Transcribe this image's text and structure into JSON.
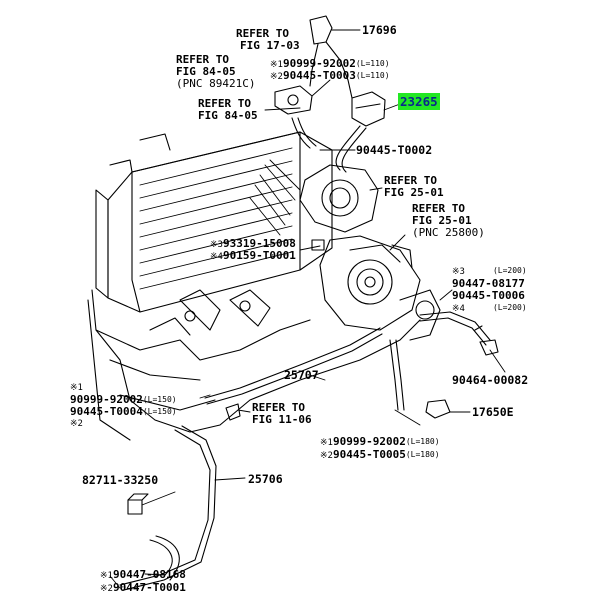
{
  "colors": {
    "highlight": "#23e823",
    "highlight_text": "#0a2a8a",
    "line": "#000000"
  },
  "labels": {
    "p17696": "17696",
    "refer_17_03_a": "REFER TO",
    "refer_17_03_b": "FIG 17-03",
    "refer_84_05a_a": "REFER TO",
    "refer_84_05a_b": "FIG 84-05",
    "refer_84_05a_c": "(PNC 89421C)",
    "m1_90999_92002_top": "※1",
    "p90999_92002_top": "90999-92002",
    "l110a": "(L=110)",
    "m2_90445_T0003": "※2",
    "p90445_T0003": "90445-T0003",
    "l110b": "(L=110)",
    "refer_84_05b_a": "REFER TO",
    "refer_84_05b_b": "FIG 84-05",
    "p23265": "23265",
    "p90445_T0002": "90445-T0002",
    "refer_25_01a_a": "REFER TO",
    "refer_25_01a_b": "FIG 25-01",
    "refer_25_01b_a": "REFER TO",
    "refer_25_01b_b": "FIG 25-01",
    "refer_25_01b_c": "(PNC 25800)",
    "m3_93319": "※3",
    "p93319_15008": "93319-15008",
    "m4_90159": "※4",
    "p90159_T0001": "90159-T0001",
    "m3_right": "※3",
    "l200a": "(L=200)",
    "p90447_08177": "90447-08177",
    "p90445_T0006": "90445-T0006",
    "m4_right": "※4",
    "l200b": "(L=200)",
    "p90464_00082": "90464-00082",
    "p25707": "25707",
    "m1_left": "※1",
    "p90999_92002_left": "90999-92002",
    "l150a": "(L=150)",
    "p90445_T0004": "90445-T0004",
    "l150b": "(L=150)",
    "m2_left": "※2",
    "refer_11_06_a": "REFER TO",
    "refer_11_06_b": "FIG 11-06",
    "p17650E": "17650E",
    "m1_bottom": "※1",
    "p90999_92002_bottom": "90999-92002",
    "l180a": "(L=180)",
    "m2_bottom": "※2",
    "p90445_T0005": "90445-T0005",
    "l180b": "(L=180)",
    "p82711_33250": "82711-33250",
    "p25706": "25706",
    "m1_last": "※1",
    "p90447_08168": "90447-08168",
    "m2_last": "※2",
    "p90447_T0001": "90447-T0001"
  }
}
